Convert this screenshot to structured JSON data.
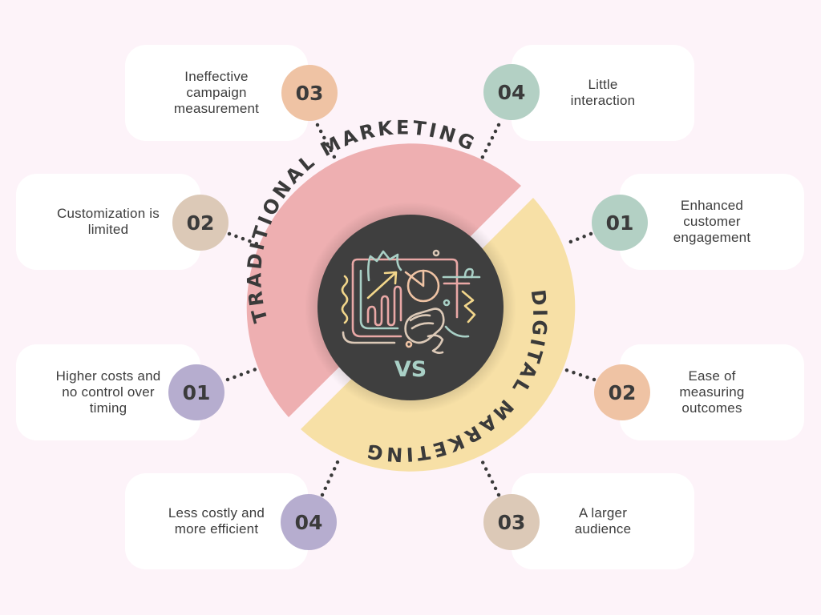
{
  "colors": {
    "background": "#fdf3f9",
    "traditional_ring": "#eeafb1",
    "digital_ring": "#f7e0a6",
    "center": "#3f3f3f",
    "vs_text": "#a9d0c6",
    "badge_peach": "#efc3a4",
    "badge_sage": "#b3d0c4",
    "badge_beige": "#dcc9b7",
    "badge_lavender": "#b6adcf",
    "dots": "#3a3a3a"
  },
  "center": {
    "vs_label": "VS",
    "icon": "marketing-analytics-icon"
  },
  "traditional": {
    "title": "TRADITIONAL MARKETING",
    "items": [
      {
        "number": "03",
        "text": "Ineffective\ncampaign\nmeasurement",
        "color": "#efc3a4"
      },
      {
        "number": "02",
        "text": "Customization is\nlimited",
        "color": "#dcc9b7"
      },
      {
        "number": "01",
        "text": "Higher costs and\nno control over\ntiming",
        "color": "#b6adcf"
      },
      {
        "number": "04",
        "text": "Less costly and\nmore efficient",
        "color": "#b6adcf"
      }
    ]
  },
  "digital": {
    "title": "DIGITAL MARKETING",
    "items": [
      {
        "number": "04",
        "text": "Little\ninteraction",
        "color": "#b3d0c4"
      },
      {
        "number": "01",
        "text": "Enhanced\ncustomer\nengagement",
        "color": "#b3d0c4"
      },
      {
        "number": "02",
        "text": "Ease of\nmeasuring\noutcomes",
        "color": "#efc3a4"
      },
      {
        "number": "03",
        "text": "A larger\naudience",
        "color": "#dcc9b7"
      }
    ]
  }
}
